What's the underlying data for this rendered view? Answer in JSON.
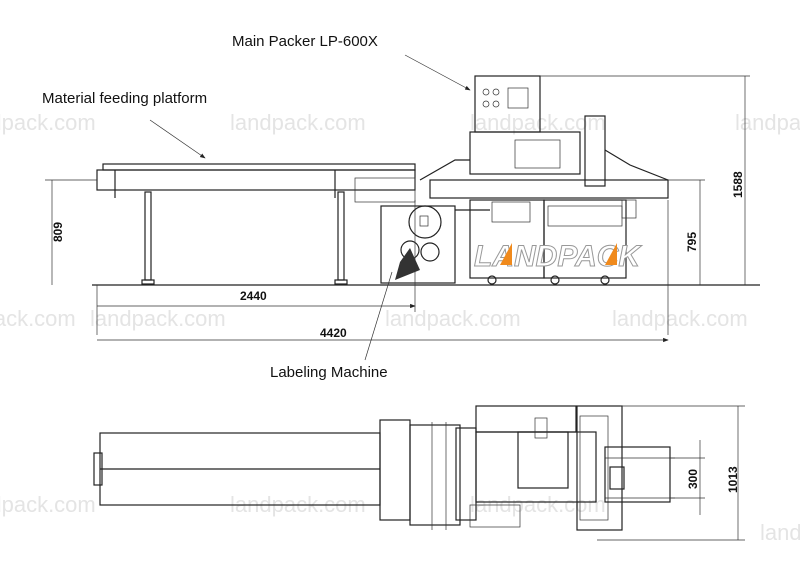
{
  "labels": {
    "main_packer": "Main Packer LP-600X",
    "feeding_platform": "Material feeding platform",
    "labeling_machine": "Labeling Machine"
  },
  "dimensions": {
    "side_height_platform": "809",
    "side_height_packer_conveyor": "795",
    "side_total_height": "1588",
    "platform_length": "2440",
    "total_length": "4420",
    "top_conveyor_width": "300",
    "top_total_width": "1013"
  },
  "watermark": "landpack.com",
  "logo": "LANDPACK",
  "colors": {
    "line": "#222222",
    "watermark": "#e4e4e4",
    "logo_accent": "#f08a1c"
  }
}
